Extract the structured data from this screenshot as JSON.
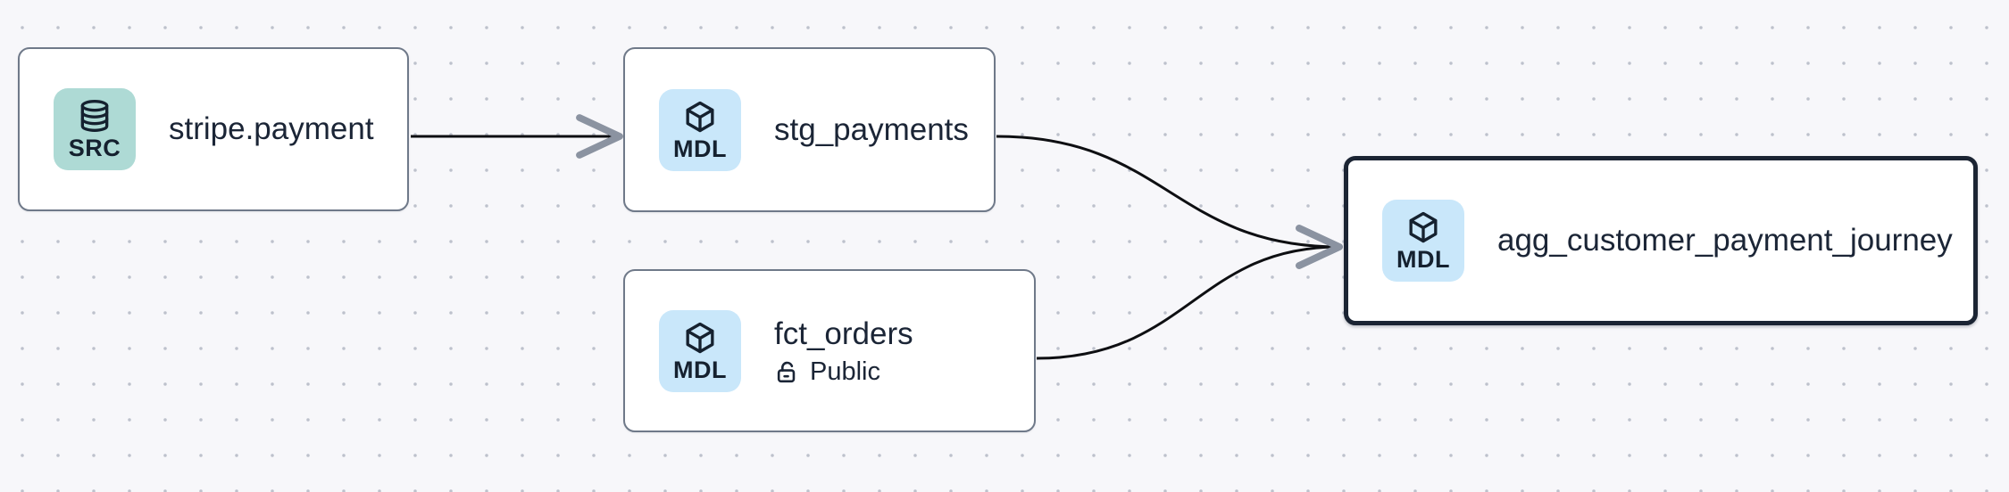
{
  "diagram": {
    "kind": "data-lineage-graph",
    "nodes": [
      {
        "id": "stripe.payment",
        "label": "stripe.payment",
        "badge": "SRC",
        "icon": "database-icon",
        "selected": false
      },
      {
        "id": "stg_payments",
        "label": "stg_payments",
        "badge": "MDL",
        "icon": "cube-icon",
        "selected": false
      },
      {
        "id": "fct_orders",
        "label": "fct_orders",
        "badge": "MDL",
        "icon": "cube-icon",
        "access": "Public",
        "selected": false
      },
      {
        "id": "agg_customer_payment_journey",
        "label": "agg_customer_payment_journey",
        "badge": "MDL",
        "icon": "cube-icon",
        "selected": true
      }
    ],
    "edges": [
      {
        "from": "stripe.payment",
        "to": "stg_payments"
      },
      {
        "from": "stg_payments",
        "to": "agg_customer_payment_journey"
      },
      {
        "from": "fct_orders",
        "to": "agg_customer_payment_journey"
      }
    ],
    "colors": {
      "background": "#f7f7fa",
      "grid_dot": "#bdc1cc",
      "node_background": "#ffffff",
      "node_border": "#6f7989",
      "selected_node_border": "#1b2433",
      "text": "#1b2536",
      "badge_src_background": "#aedad5",
      "badge_mdl_background": "#c9e7fa",
      "edge": "#0e0f12",
      "arrowhead": "#8b93a1"
    }
  }
}
